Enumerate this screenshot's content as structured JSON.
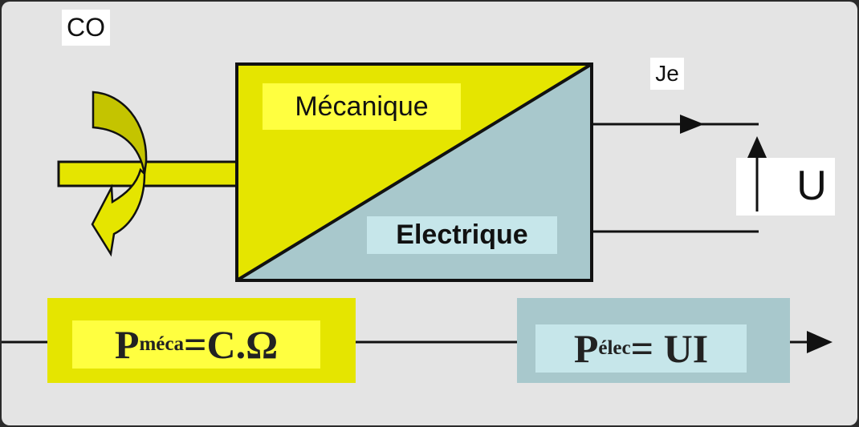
{
  "labels": {
    "torque": "CO",
    "current": "Je",
    "voltage": "U",
    "mechanical": "Mécanique",
    "electrical": "Electrique"
  },
  "formulas": {
    "mech_power": {
      "symbol": "P",
      "subscript": "méca",
      "rhs": "=C.Ω"
    },
    "elec_power": {
      "symbol": "P",
      "subscript": "élec",
      "rhs": "= UI"
    }
  },
  "colors": {
    "mechanical": "#e5e500",
    "electrical": "#a8c8cc",
    "mechanical_label_bg": "#ffff40",
    "electrical_label_bg": "#c6e6ea",
    "background": "#e4e4e4"
  }
}
